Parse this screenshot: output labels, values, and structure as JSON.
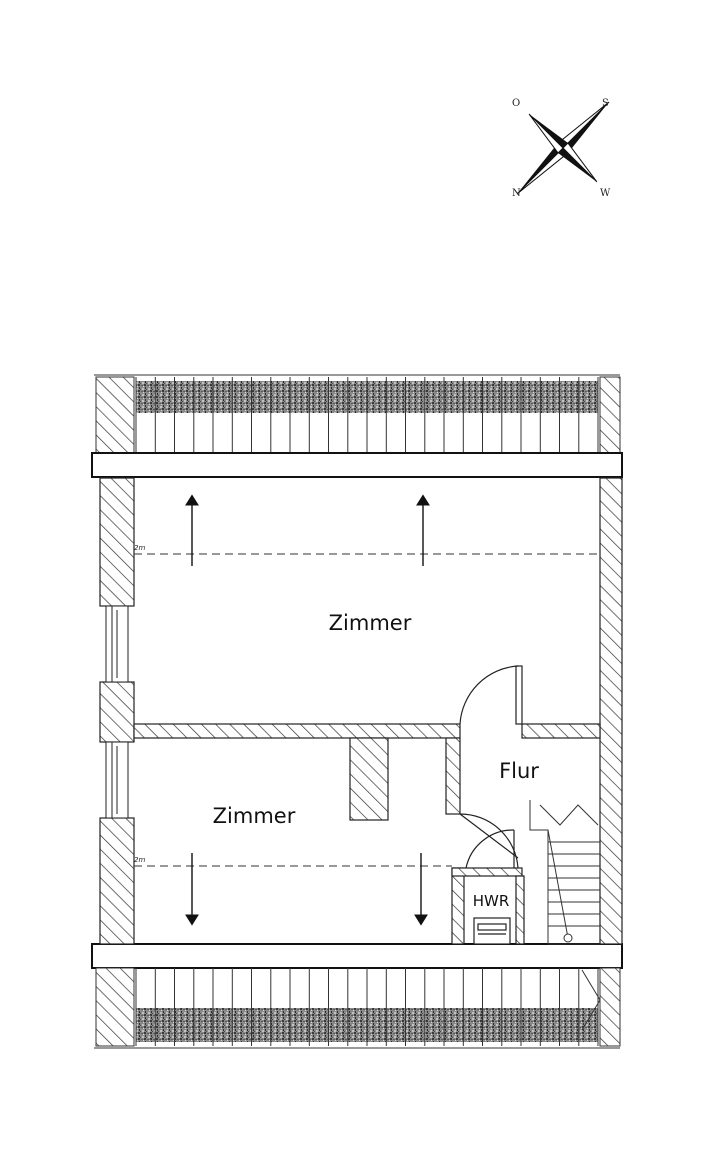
{
  "compass": {
    "letters": {
      "ne_end": "S",
      "nw_end": "O",
      "sw_end": "N",
      "se_end": "W"
    }
  },
  "rooms": {
    "upper": "Zimmer",
    "lower": "Zimmer",
    "hall": "Flur",
    "utility": "HWR"
  },
  "height_marks": {
    "upper": "2m",
    "lower": "2m"
  }
}
